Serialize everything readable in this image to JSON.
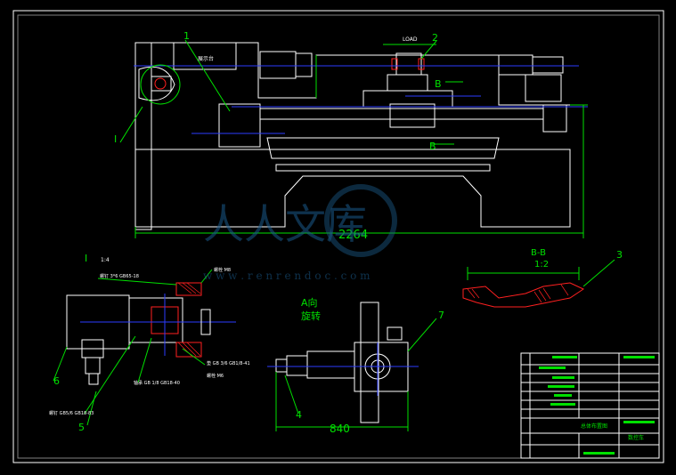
{
  "drawing": {
    "callouts": {
      "c1": "1",
      "c2": "2",
      "c3": "3",
      "c4": "4",
      "c5": "5",
      "c6": "6",
      "c7": "7",
      "detail_I": "I"
    },
    "dimensions": {
      "overall_length": "2264",
      "actuator_length": "840",
      "top_small": "LOAD"
    },
    "section_labels": {
      "b_main": "B",
      "b_top": "B",
      "bb_title": "B-B",
      "bb_scale": "1:2",
      "detail_title": "I",
      "detail_scale": "1:4"
    },
    "view_note": {
      "line1": "A向",
      "line2": "旋转"
    },
    "headstock_label": "展示台",
    "detail_notes": {
      "n1": "螺钉 3*6 GB65-18",
      "n2": "螺栓 M8",
      "n3": "垫 GB 3/6 GB1/8-41",
      "n4": "螺栓 M6",
      "n5": "轴承 GB 1/8 GB18-40",
      "n6": "螺钉 GB5/6 GB18-83"
    },
    "title_block": {
      "drawing_name": "总体布置图",
      "company": "数控车"
    }
  },
  "watermark": {
    "brand": "人人文库",
    "url": "w w w . r e n r e n d o c . c o m"
  },
  "colors": {
    "background": "#000000",
    "outline": "#ffffff",
    "dimension": "#00e000",
    "centerline": "#2b3cff",
    "section": "#ff2020",
    "watermark": "#1a5a8a"
  }
}
